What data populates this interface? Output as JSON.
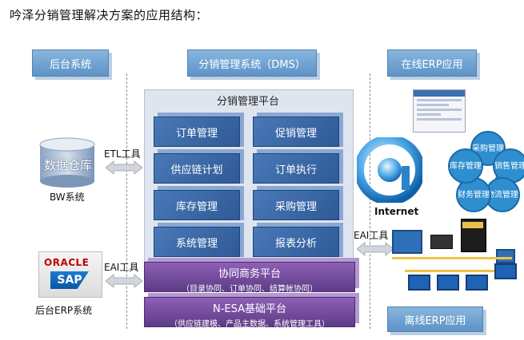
{
  "title": "吟泽分销管理解决方案的应用结构：",
  "columns": {
    "backend": "后台系统",
    "dms": "分销管理系统（DMS）",
    "online_erp": "在线ERP应用",
    "offline_erp": "离线ERP应用"
  },
  "platform": {
    "title": "分销管理平台",
    "modules": [
      "订单管理",
      "促销管理",
      "供应链计划",
      "订单执行",
      "库存管理",
      "采购管理",
      "系统管理",
      "报表分析"
    ]
  },
  "collab": {
    "title": "协同商务平台",
    "subtitle": "（目录协同、订单协同、结算帐协同）"
  },
  "nesa": {
    "title": "N-ESA基础平台",
    "subtitle": "（供应链建模、产品主数据、系统管理工具）"
  },
  "left": {
    "warehouse_text": "数据仓库",
    "bw_label": "BW系统",
    "etl_label": "ETL工具",
    "eai_label": "EAI工具",
    "oracle_text": "ORACLE",
    "sap_text": "SAP",
    "erp_label": "后台ERP系统"
  },
  "right": {
    "eai_label": "EAI工具",
    "internet_label": "Internet",
    "circles": [
      "采购管理",
      "销售管理",
      "物流管理",
      "财务管理",
      "库存管理"
    ]
  },
  "colors": {
    "module_blue": "#3a68a8",
    "bar_purple": "#6e4a9a",
    "header_blue": "#6d9fd0"
  }
}
